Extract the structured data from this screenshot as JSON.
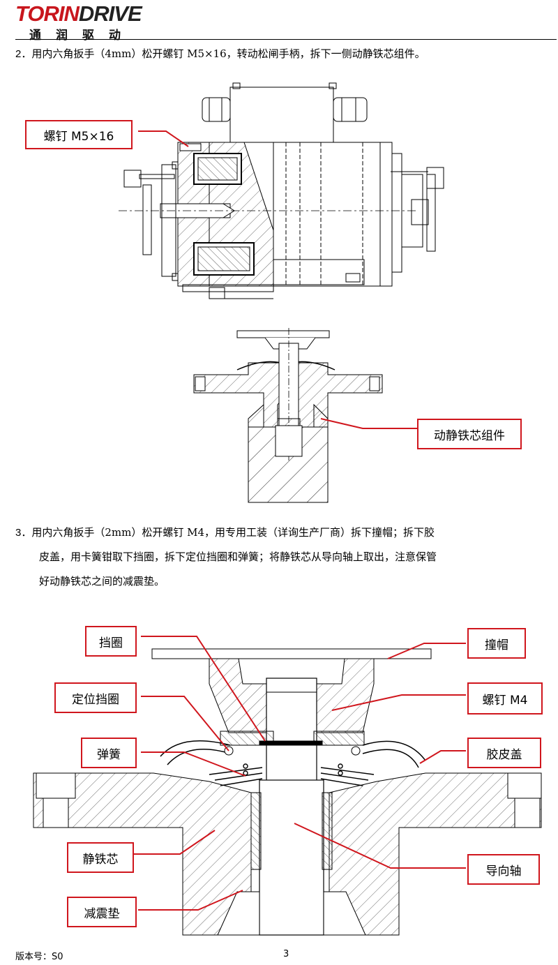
{
  "header": {
    "brand_red": "TORIN",
    "brand_dark": "DRIVE",
    "brand_cn": "通润驱动"
  },
  "steps": {
    "step2": {
      "num": "2．",
      "text": "用内六角扳手（4mm）松开螺钉 M5×16，转动松闸手柄，拆下一侧动静铁芯组件。"
    },
    "step3": {
      "num": "3．",
      "text_line1": "用内六角扳手（2mm）松开螺钉 M4，用专用工装（详询生产厂商）拆下撞帽；拆下胶",
      "text_line2": "皮盖，用卡簧钳取下挡圈，拆下定位挡圈和弹簧；将静铁芯从导向轴上取出，注意保管",
      "text_line3": "好动静铁芯之间的减震垫。"
    }
  },
  "callouts": {
    "screw_m5": "螺钉 M5×16",
    "core_assembly": "动静铁芯组件",
    "retaining_ring": "挡圈",
    "locating_ring": "定位挡圈",
    "spring": "弹簧",
    "static_core": "静铁芯",
    "damping_pad": "减震垫",
    "cap": "撞帽",
    "screw_m4": "螺钉 M4",
    "rubber_cover": "胶皮盖",
    "guide_shaft": "导向轴"
  },
  "footer": {
    "version": "版本号：S0",
    "page": "3"
  },
  "colors": {
    "brand": "#c8161d",
    "callout": "#d0161d"
  }
}
